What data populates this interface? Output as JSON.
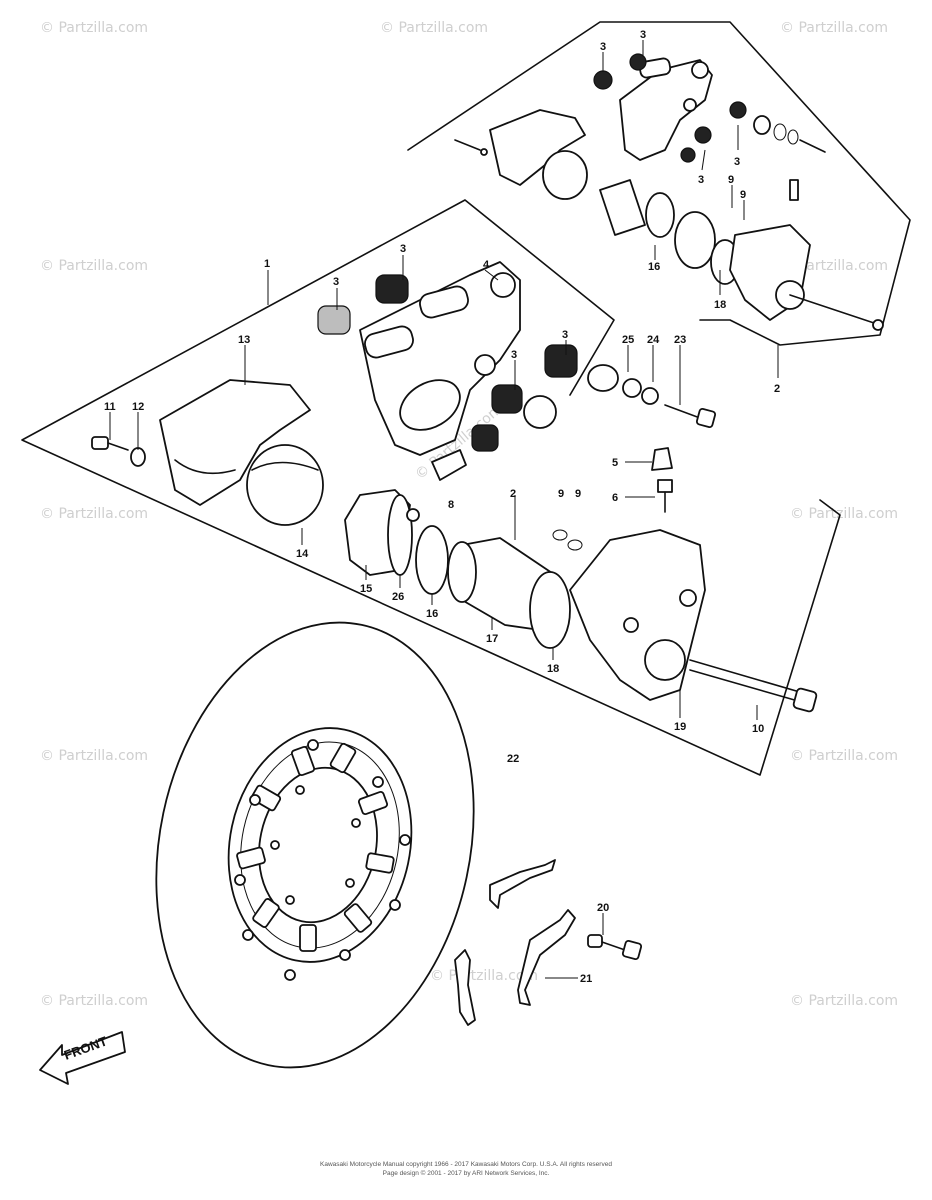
{
  "watermark": "© Partzilla.com",
  "front_label": "FRONT",
  "footer": {
    "line1": "Kawasaki Motorcycle Manual copyright 1966 - 2017 Kawasaki Motors Corp. U.S.A.  All rights reserved",
    "line2": "Page design © 2001 - 2017 by ARI Network Services, Inc."
  },
  "callouts": [
    "1",
    "2",
    "3",
    "4",
    "5",
    "6",
    "8",
    "9",
    "10",
    "11",
    "12",
    "13",
    "14",
    "15",
    "16",
    "17",
    "18",
    "19",
    "20",
    "21",
    "22",
    "23",
    "24",
    "25",
    "26"
  ]
}
